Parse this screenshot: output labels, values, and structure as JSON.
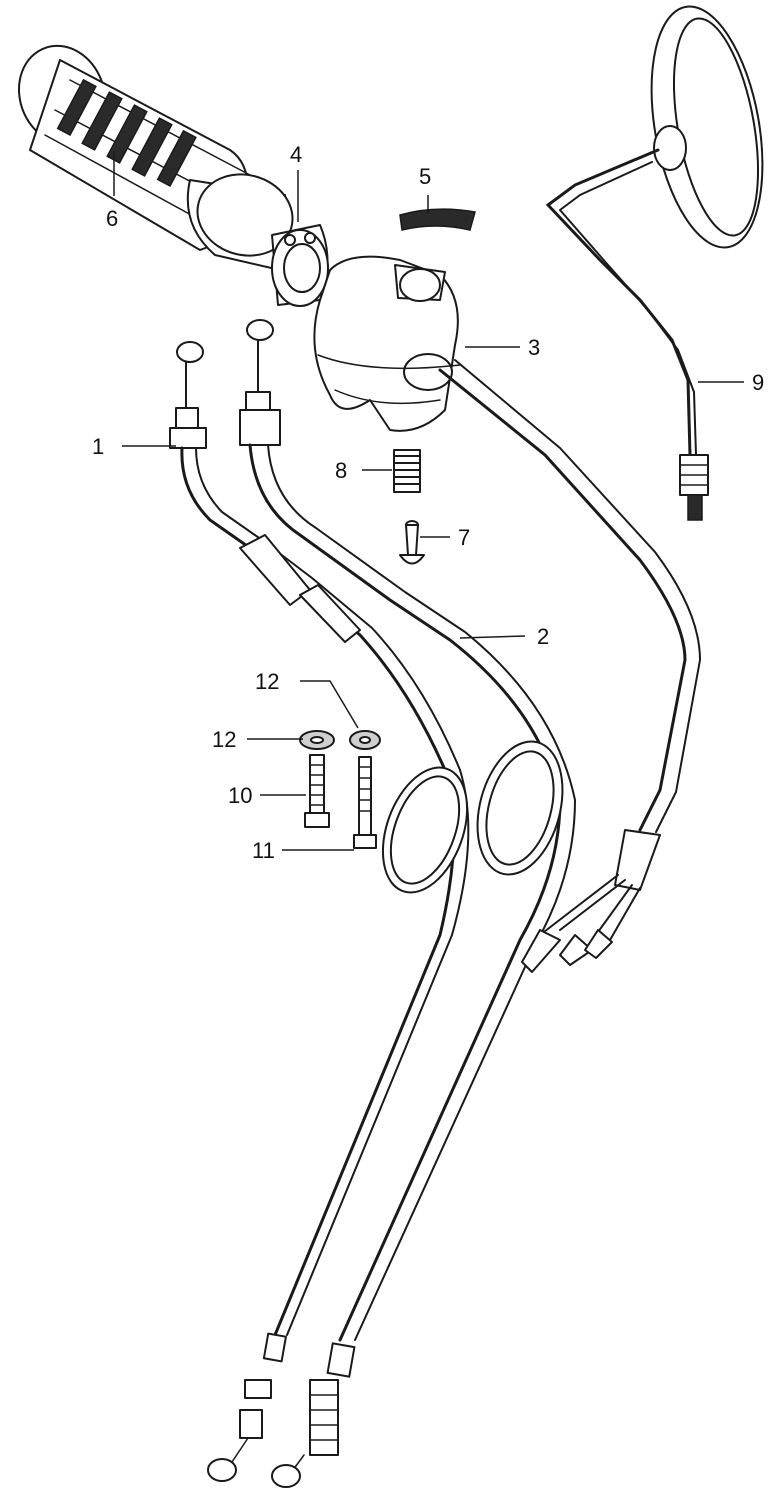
{
  "colors": {
    "ink": "#1a1a1a",
    "paper": "#ffffff",
    "shade": "#cfcfcf"
  },
  "callouts": [
    {
      "id": "c1",
      "label": "1"
    },
    {
      "id": "c2",
      "label": "2"
    },
    {
      "id": "c3",
      "label": "3"
    },
    {
      "id": "c4",
      "label": "4"
    },
    {
      "id": "c5",
      "label": "5"
    },
    {
      "id": "c6",
      "label": "6"
    },
    {
      "id": "c7",
      "label": "7"
    },
    {
      "id": "c8",
      "label": "8"
    },
    {
      "id": "c9",
      "label": "9"
    },
    {
      "id": "c10",
      "label": "10"
    },
    {
      "id": "c11",
      "label": "11"
    },
    {
      "id": "c12a",
      "label": "12"
    },
    {
      "id": "c12b",
      "label": "12"
    }
  ]
}
